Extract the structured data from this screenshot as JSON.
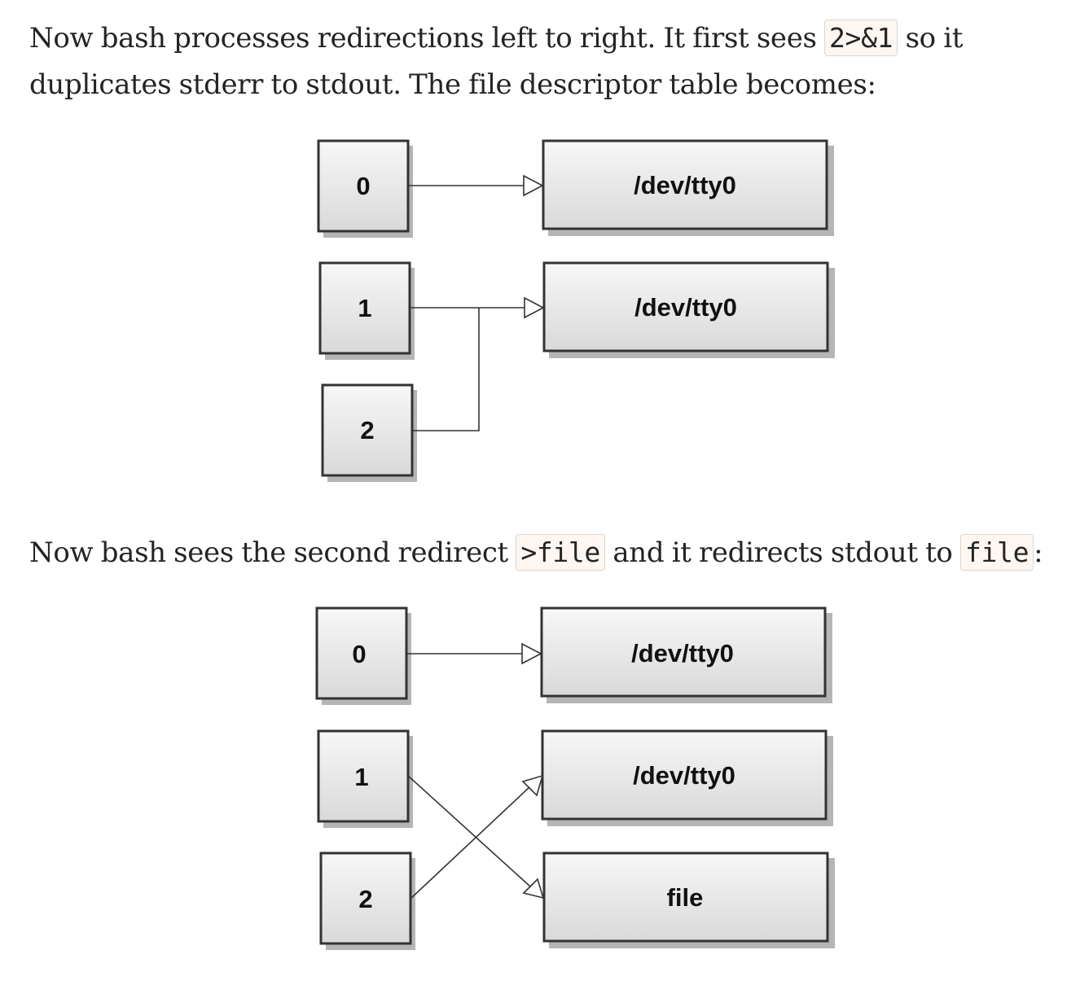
{
  "paragraph1": {
    "text_before": "Now bash processes redirections left to right. It first sees ",
    "code": "2>&1",
    "text_after": " so it duplicates stderr to stdout. The file descriptor table becomes:"
  },
  "diagram1": {
    "descriptors": [
      "0",
      "1",
      "2"
    ],
    "targets": [
      "/dev/tty0",
      "/dev/tty0"
    ]
  },
  "paragraph2": {
    "text_before": "Now bash sees the second redirect ",
    "code1": ">file",
    "text_middle": " and it redirects stdout to ",
    "code2": "file",
    "text_after": ":"
  },
  "diagram2": {
    "descriptors": [
      "0",
      "1",
      "2"
    ],
    "targets": [
      "/dev/tty0",
      "/dev/tty0",
      "file"
    ]
  }
}
